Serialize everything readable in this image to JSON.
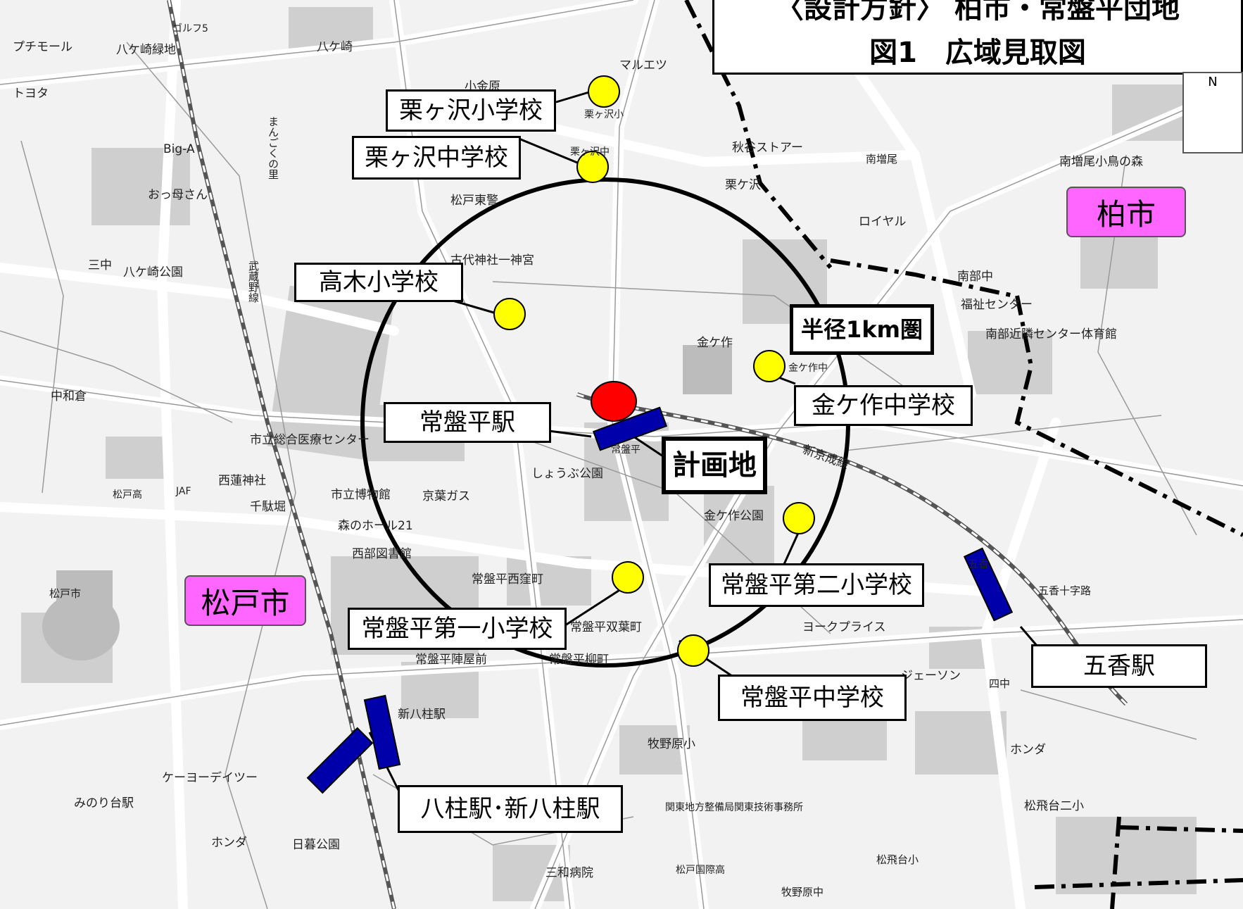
{
  "title": {
    "line1": "〈設計方針〉 柏市・常盤平団地",
    "line2": "図1　広域見取図"
  },
  "compass": {
    "label": "N"
  },
  "radius_label": "半径1km圏",
  "plan_site_label": "計画地",
  "cities": {
    "kashiwa": "柏市",
    "matsudo": "松戸市"
  },
  "schools": {
    "kurigasawa_elem": "栗ヶ沢小学校",
    "kurigasawa_jr": "栗ヶ沢中学校",
    "takagi_elem": "高木小学校",
    "kanegasaku_jr": "金ケ作中学校",
    "tokiwadaira_2elem": "常盤平第二小学校",
    "tokiwadaira_1elem": "常盤平第一小学校",
    "tokiwadaira_jr": "常盤平中学校"
  },
  "stations": {
    "tokiwadaira": "常盤平駅",
    "goko": "五香駅",
    "yabashira": "八柱駅･新八柱駅"
  },
  "map_text": {
    "marueitsu": "マルエツ",
    "ogane": "小金原",
    "kuri_elem_small": "栗ヶ沢小",
    "kuri_jr_small": "栗ヶ沢中",
    "matsudo_higashi": "松戸東警",
    "kodai_jinja": "古代神社一神宮",
    "akiya_store": "秋谷ストアー",
    "minami_mashio": "南増尾",
    "minami_mashio_forest": "南増尾小鳥の森",
    "royal": "ロイヤル",
    "minamibu_jr": "南部中",
    "fukushi": "福祉センター",
    "minamibu_center": "南部近隣センター体育館",
    "kanegasaku": "金ケ作",
    "kanegasaku_jr_small": "金ケ作中",
    "shinkeisei": "新京成線",
    "shobu_park": "しょうぶ公園",
    "kanegasaku_park": "金ケ作公園",
    "tokiwa_nishi": "常盤平西窪町",
    "tokiwa_futaba": "常盤平双葉町",
    "tokiwa_yanagi": "常盤平柳町",
    "tokiwa_tsurugaoka": "常盤平陣屋前",
    "york": "ヨークプライス",
    "lawson": "ジェーソン",
    "gojujiro": "五香十字路",
    "yonchu": "四中",
    "honda1": "ホンダ",
    "honda2": "ホンダ",
    "matsuhidai": "松飛台二小",
    "kanto": "関東地方整備局関東技術事務所",
    "makinohara": "牧野原小",
    "shinyabashira": "新八柱駅",
    "keiyo": "ケーヨーデイツー",
    "minoridai": "みのり台駅",
    "hogurashi": "日暮公園",
    "sanwa": "三和病院",
    "matsudo_kokusai": "松戸国際高",
    "makinohara_jr": "牧野原中",
    "matsuhidai_elem": "松飛台小",
    "shiritsu_byoin": "市立総合医療センター",
    "saino_jinja": "西蓮神社",
    "sendabori": "千駄堀",
    "shiritsu_hakubutsukan": "市立博物館",
    "keiyo_gas": "京葉ガス",
    "mori_hall": "森のホール21",
    "nishibu_library": "西部図書館",
    "nakawaguchi": "中和倉",
    "matsudo_high": "松戸高",
    "jaf": "JAF",
    "matsudo_city": "松戸市",
    "hachigasaki_park": "八ケ崎公園",
    "sanchu": "三中",
    "hachigasaki": "八ケ崎",
    "hachigasaki_ryokuchi": "八ケ崎緑地",
    "petit_mall": "プチモール",
    "toyota": "トヨタ",
    "big_a": "Big-A",
    "okkasan": "おっ母さん",
    "mankoku": "まんごくの里",
    "golf": "ゴルフ5",
    "musashino_line": "武蔵野線",
    "tokiwa_small": "常盤平",
    "shinyabashira_small": "新八柱駅",
    "yakiwa": "八ヶ崎",
    "kurigasawa_small": "栗ケ沢",
    "goko_small": "五香",
    "matsudo_higashi2": "松戸東"
  },
  "colors": {
    "school_marker": "#ffff00",
    "plan_marker": "#ff0000",
    "station_marker": "#0000aa",
    "city_label": "#ff66ff"
  }
}
